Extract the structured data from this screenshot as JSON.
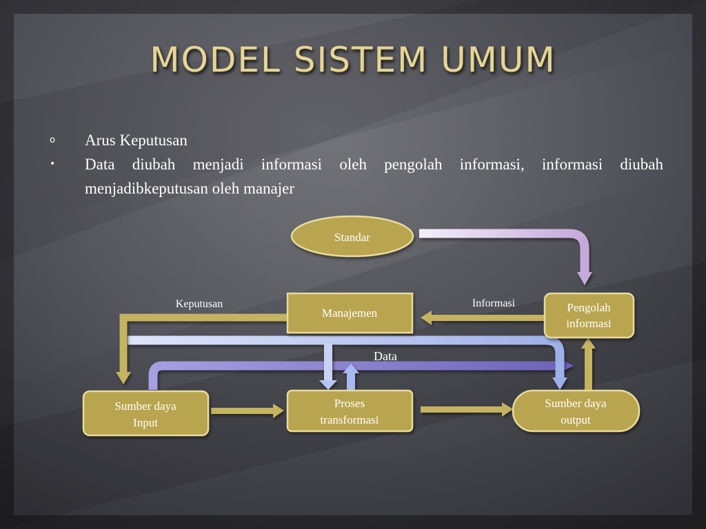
{
  "slide": {
    "title": "MODEL SISTEM UMUM",
    "bullets": [
      {
        "marker": "o",
        "text": "Arus Keputusan"
      },
      {
        "marker": "•",
        "text": "Data diubah menjadi informasi oleh pengolah informasi, informasi diubah menjadibkeputusan oleh manajer"
      }
    ]
  },
  "diagram": {
    "nodes": {
      "standar": {
        "line1": "Standar"
      },
      "manajemen": {
        "line1": "Manajemen"
      },
      "pengolah": {
        "line1": "Pengolah",
        "line2": "informasi"
      },
      "input": {
        "line1": "Sumber daya",
        "line2": "Input"
      },
      "proses": {
        "line1": "Proses",
        "line2": "transformasi"
      },
      "output": {
        "line1": "Sumber daya",
        "line2": "output"
      }
    },
    "labels": {
      "keputusan": "Keputusan",
      "informasi": "Informasi",
      "data": "Data"
    }
  },
  "colors": {
    "node_fill": "#b9a54f",
    "node_stroke": "#e8dc9c",
    "gold_arrow": "#c4b35e",
    "blue_arrow": "#a7b6ea",
    "purple_arrow": "#8e84cf",
    "lavender_arrow": "#cdb6e0",
    "title": "#e4d59a"
  }
}
